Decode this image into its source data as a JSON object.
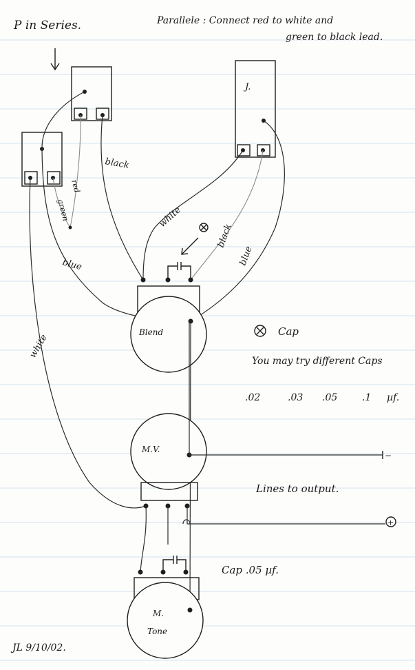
{
  "title": "P in Series.",
  "parallel_note_line1": "Parallele : Connect red to white and",
  "parallel_note_line2": "green to black lead.",
  "pickups": {
    "j_label": "J."
  },
  "wire_labels": {
    "black_p": "black",
    "red": "red",
    "green": "green",
    "blue_p": "blue",
    "white_p": "white",
    "white_j": "white",
    "black_j": "black",
    "blue_j": "blue"
  },
  "pots": {
    "blend": "Blend",
    "master_volume": "M.V.",
    "master_tone_line1": "M.",
    "master_tone_line2": "Tone"
  },
  "cap_legend_symbol": "⊗",
  "cap_legend_label": "Cap",
  "cap_note": "You may try different Caps",
  "cap_values": [
    ".02",
    ".03",
    ".05",
    ".1",
    "µf."
  ],
  "output_note": "Lines to output.",
  "tone_cap_note": "Cap .05 µf.",
  "output_minus": "−",
  "output_plus": "+",
  "signature": "JL 9/10/02."
}
